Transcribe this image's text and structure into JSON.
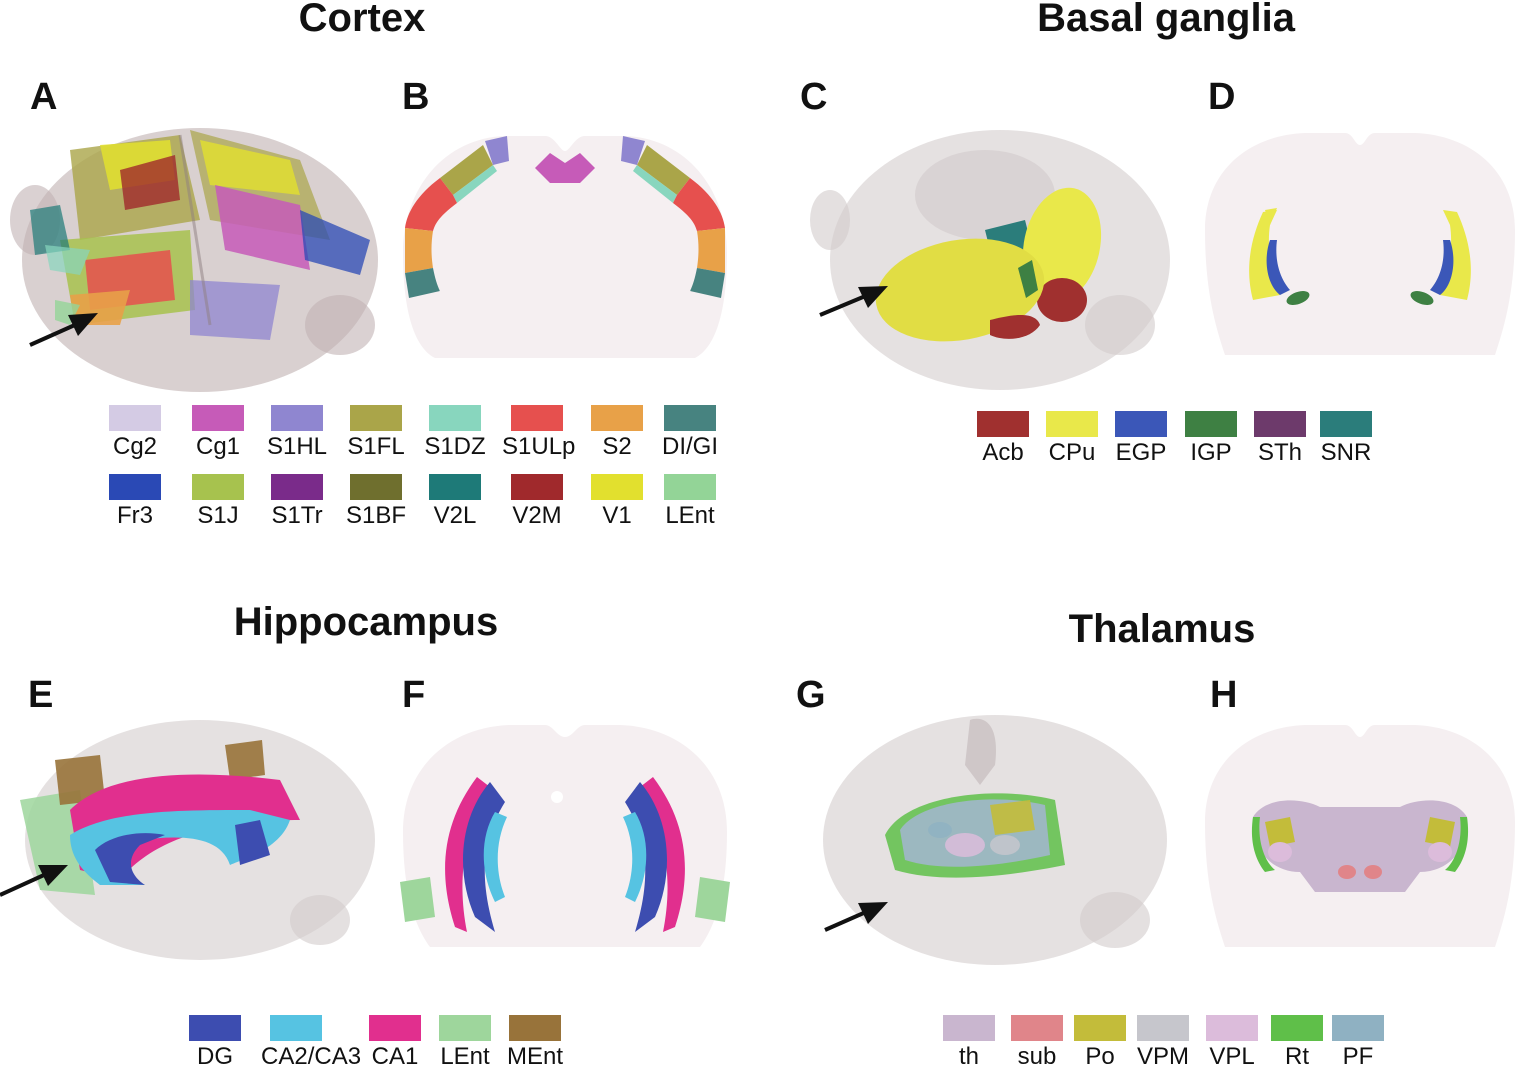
{
  "sections": {
    "cortex": {
      "title": "Cortex",
      "panel_3d": "A",
      "panel_2d": "B"
    },
    "basal": {
      "title": "Basal ganglia",
      "panel_3d": "C",
      "panel_2d": "D"
    },
    "hippo": {
      "title": "Hippocampus",
      "panel_3d": "E",
      "panel_2d": "F"
    },
    "thal": {
      "title": "Thalamus",
      "panel_3d": "G",
      "panel_2d": "H"
    }
  },
  "legends": {
    "cortex": [
      {
        "label": "Cg2",
        "color": "#d4cbe4"
      },
      {
        "label": "Cg1",
        "color": "#c65bb8"
      },
      {
        "label": "S1HL",
        "color": "#8f86d0"
      },
      {
        "label": "S1FL",
        "color": "#aaa549"
      },
      {
        "label": "S1DZ",
        "color": "#88d6be"
      },
      {
        "label": "S1ULp",
        "color": "#e6504e"
      },
      {
        "label": "S2",
        "color": "#e8a148"
      },
      {
        "label": "DI/GI",
        "color": "#478380"
      },
      {
        "label": "Fr3",
        "color": "#2a49b5"
      },
      {
        "label": "S1J",
        "color": "#a7c24e"
      },
      {
        "label": "S1Tr",
        "color": "#7a2b8a"
      },
      {
        "label": "S1BF",
        "color": "#6f6f2e"
      },
      {
        "label": "V2L",
        "color": "#1e7a78"
      },
      {
        "label": "V2M",
        "color": "#a0292c"
      },
      {
        "label": "V1",
        "color": "#e2e02e"
      },
      {
        "label": "LEnt",
        "color": "#93d497"
      }
    ],
    "basal": [
      {
        "label": "Acb",
        "color": "#a0302f"
      },
      {
        "label": "CPu",
        "color": "#e9e84a"
      },
      {
        "label": "EGP",
        "color": "#3b57b8"
      },
      {
        "label": "IGP",
        "color": "#3e8043"
      },
      {
        "label": "STh",
        "color": "#6d3a6b"
      },
      {
        "label": "SNR",
        "color": "#2b7d7b"
      }
    ],
    "hippo": [
      {
        "label": "DG",
        "color": "#3d4db0"
      },
      {
        "label": "CA2/CA3",
        "color": "#56c3e2"
      },
      {
        "label": "CA1",
        "color": "#e12f8e"
      },
      {
        "label": "LEnt",
        "color": "#9ed69c"
      },
      {
        "label": "MEnt",
        "color": "#98733a"
      }
    ],
    "thal": [
      {
        "label": "th",
        "color": "#c9b6cf"
      },
      {
        "label": "sub",
        "color": "#e0858a"
      },
      {
        "label": "Po",
        "color": "#c3bc3a"
      },
      {
        "label": "VPM",
        "color": "#c6c6cc"
      },
      {
        "label": "VPL",
        "color": "#dcbcdb"
      },
      {
        "label": "Rt",
        "color": "#5fbf49"
      },
      {
        "label": "PF",
        "color": "#8fb1c2"
      }
    ]
  }
}
